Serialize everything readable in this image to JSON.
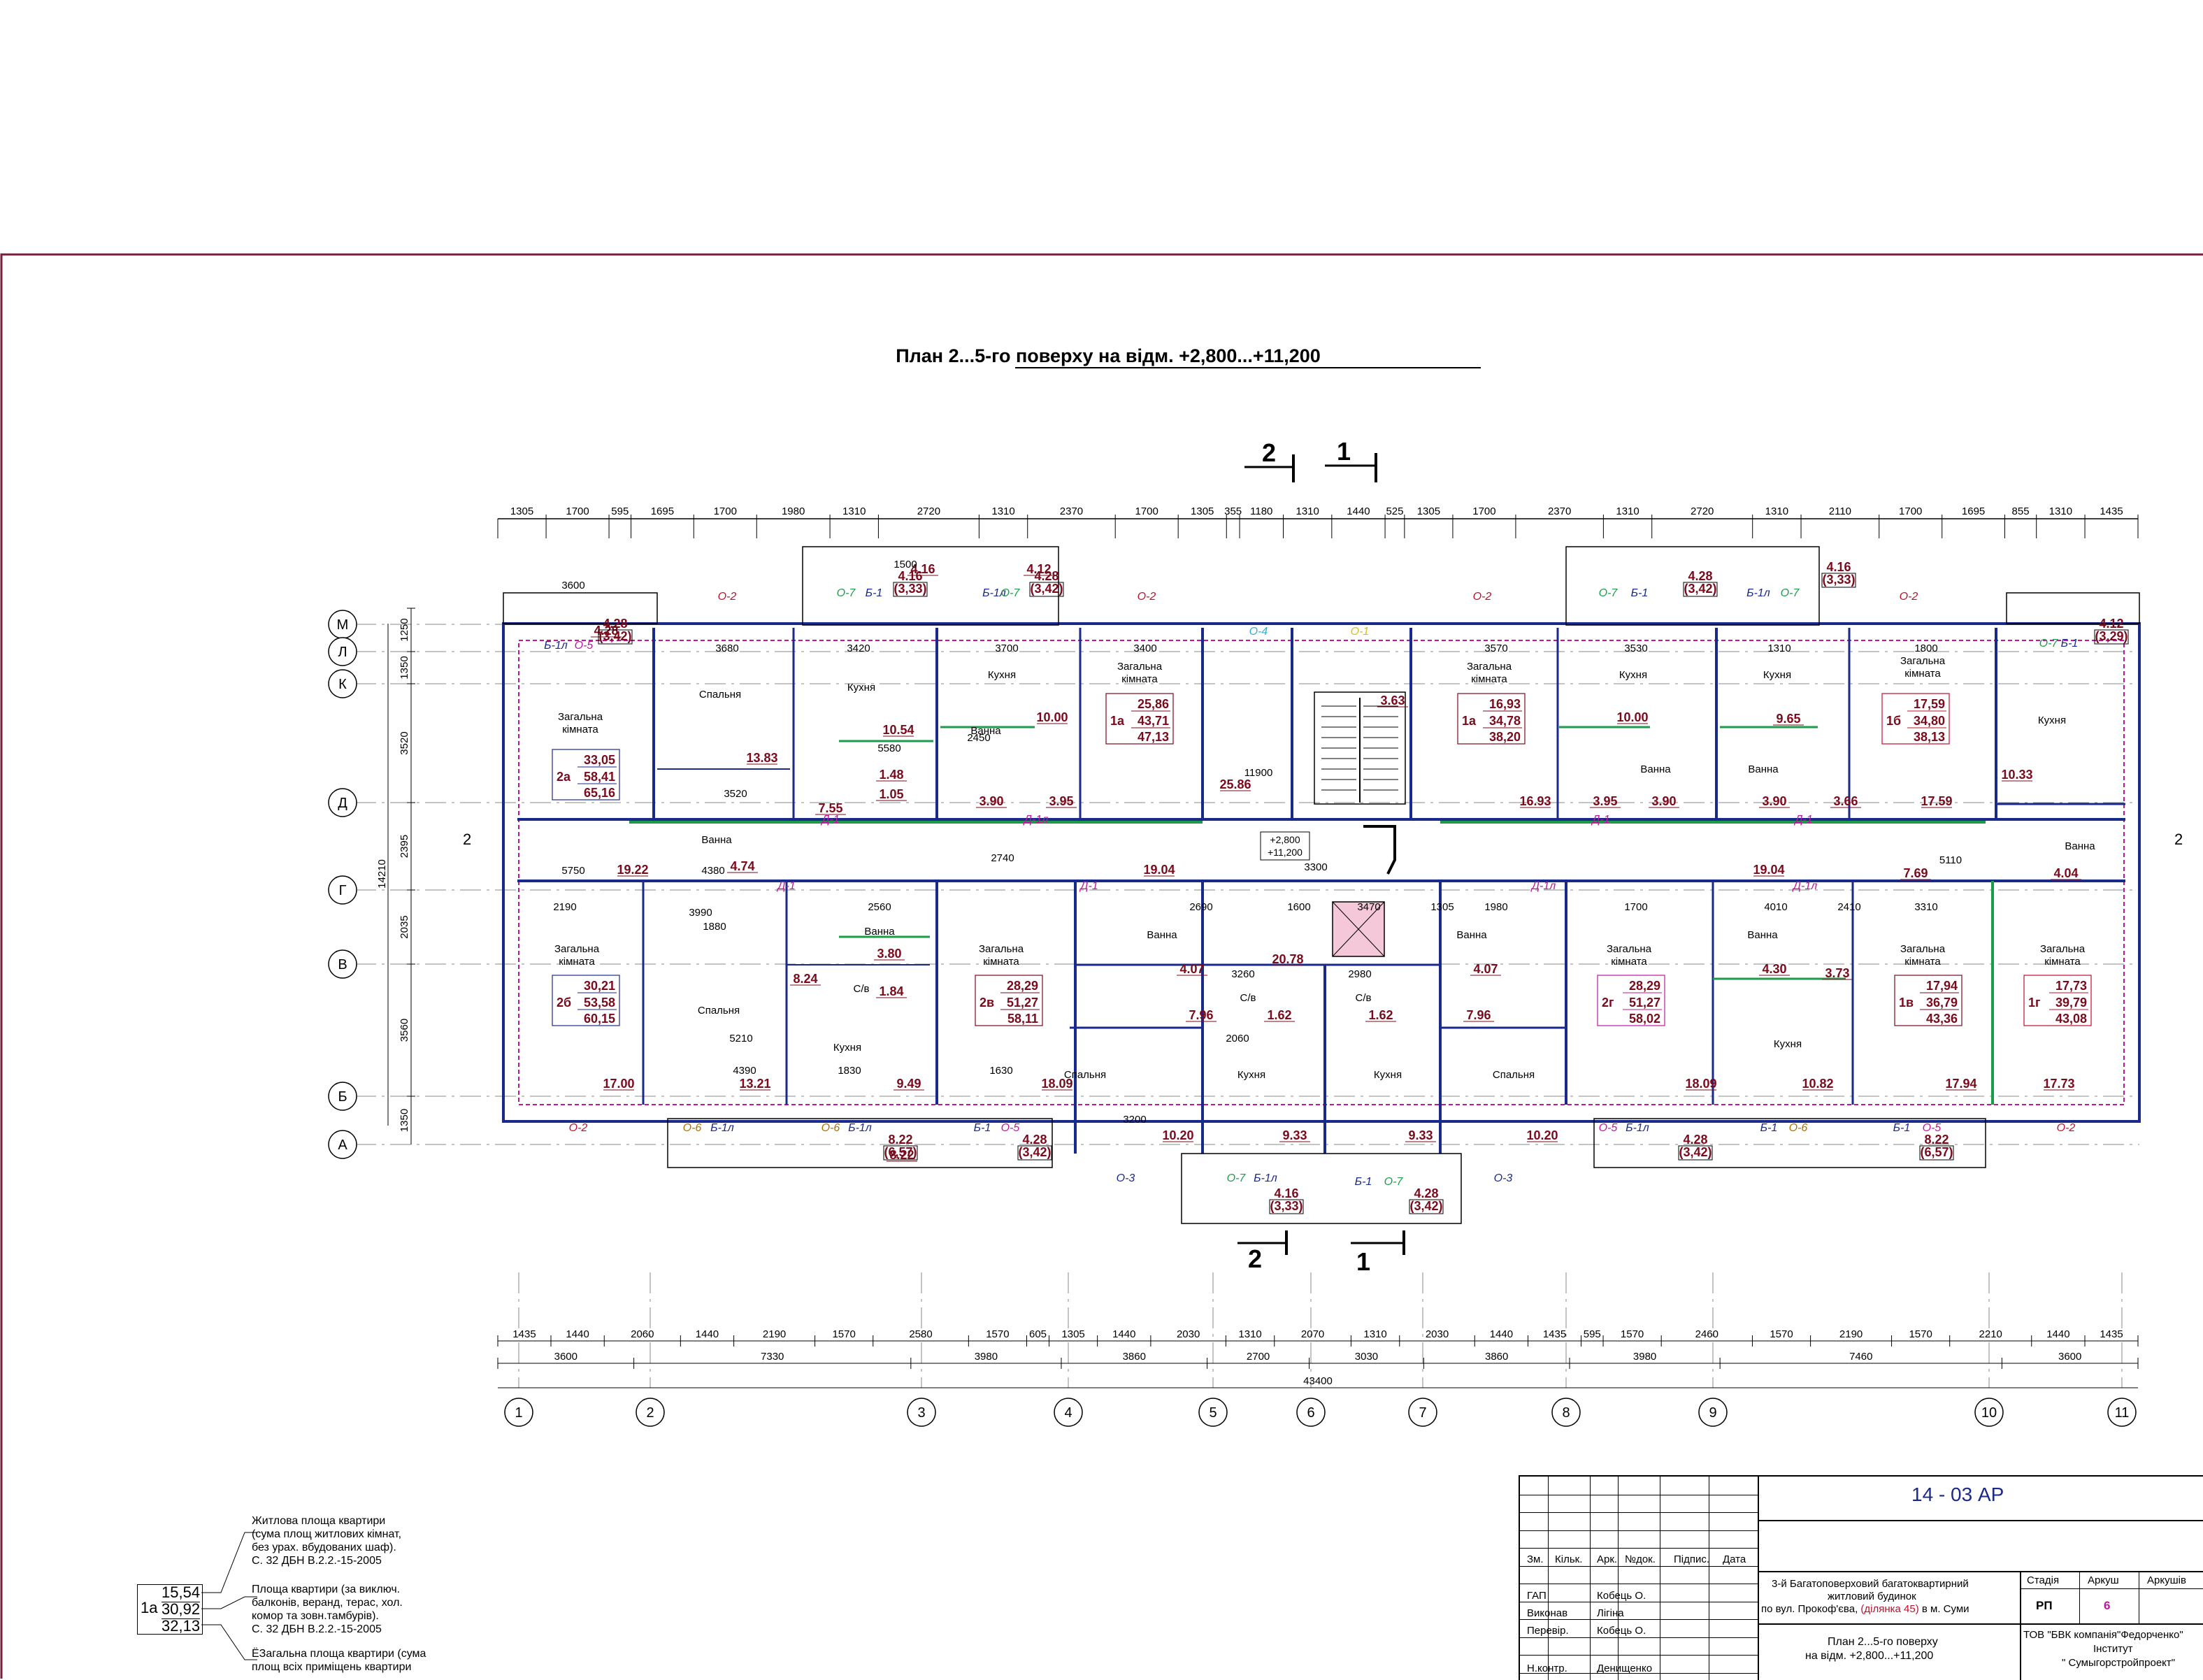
{
  "title": "План 2...5-го поверху на відм. +2,800...+11,200",
  "section_marks": [
    "2",
    "1"
  ],
  "axes_letters": [
    "М",
    "Л",
    "К",
    "Д",
    "Г",
    "В",
    "Б",
    "А"
  ],
  "axes_numbers": [
    "1",
    "2",
    "3",
    "4",
    "5",
    "6",
    "7",
    "8",
    "9",
    "10",
    "11"
  ],
  "top_dims": [
    "1305",
    "1700",
    "595",
    "1695",
    "1700",
    "1980",
    "1310",
    "2720",
    "1310",
    "2370",
    "1700",
    "1305",
    "355",
    "1180",
    "1310",
    "1440",
    "525",
    "1305",
    "1700",
    "2370",
    "1310",
    "2720",
    "1310",
    "2110",
    "1700",
    "1695",
    "855",
    "1310",
    "1435"
  ],
  "bottom_dims_row1": [
    "1435",
    "1440",
    "2060",
    "1440",
    "2190",
    "1570",
    "2580",
    "1570",
    "605",
    "1305",
    "1440",
    "2030",
    "1310",
    "2070",
    "1310",
    "2030",
    "1440",
    "1435",
    "595",
    "1570",
    "2460",
    "1570",
    "2190",
    "1570",
    "2210",
    "1440",
    "1435"
  ],
  "bottom_dims_row2": [
    "3600",
    "7330",
    "3980",
    "3860",
    "2700",
    "3030",
    "3860",
    "3980",
    "7460",
    "3600"
  ],
  "total_dim": "43400",
  "left_dims": [
    "1250",
    "1350",
    "3520",
    "2395",
    "2035",
    "3560",
    "1350"
  ],
  "left_total": "14210",
  "elevation_box": [
    "+2,800",
    "+11,200"
  ],
  "apartments": [
    {
      "id": "2a",
      "label": "2а",
      "v1": "33,05",
      "v2": "58,41",
      "v3": "65,16"
    },
    {
      "id": "1a-left",
      "label": "1а",
      "v1": "25,86",
      "v2": "43,71",
      "v3": "47,13"
    },
    {
      "id": "1a-right",
      "label": "1а",
      "v1": "16,93",
      "v2": "34,78",
      "v3": "38,20"
    },
    {
      "id": "1b",
      "label": "1б",
      "v1": "17,59",
      "v2": "34,80",
      "v3": "38,13"
    },
    {
      "id": "2b",
      "label": "2б",
      "v1": "30,21",
      "v2": "53,58",
      "v3": "60,15"
    },
    {
      "id": "2v",
      "label": "2в",
      "v1": "28,29",
      "v2": "51,27",
      "v3": "58,11"
    },
    {
      "id": "2g",
      "label": "2г",
      "v1": "28,29",
      "v2": "51,27",
      "v3": "58,02"
    },
    {
      "id": "1v",
      "label": "1в",
      "v1": "17,94",
      "v2": "36,79",
      "v3": "43,36"
    },
    {
      "id": "1g",
      "label": "1г",
      "v1": "17,73",
      "v2": "39,79",
      "v3": "43,08"
    }
  ],
  "rooms": {
    "zagalna": "Загальна кімната",
    "spalnia": "Спальня",
    "kukhnia": "Кухня",
    "vanna": "Ванна",
    "sv": "С/в"
  },
  "room_areas": [
    "13.83",
    "10.54",
    "10.00",
    "1.48",
    "1.05",
    "3.90",
    "3.95",
    "7.55",
    "19.22",
    "4.74",
    "25.86",
    "3.63",
    "16.93",
    "3.95",
    "3.90",
    "10.00",
    "9.65",
    "3.90",
    "3.66",
    "17.59",
    "10.33",
    "7.69",
    "4.04",
    "19.04",
    "19.04",
    "3.80",
    "1.84",
    "8.24",
    "17.00",
    "13.21",
    "9.49",
    "18.09",
    "4.07",
    "7.96",
    "1.62",
    "20.78",
    "1.62",
    "7.96",
    "4.07",
    "4.30",
    "3.73",
    "10.20",
    "9.33",
    "9.33",
    "10.20",
    "18.09",
    "10.82",
    "17.94",
    "17.73",
    "4.16",
    "4.28",
    "8.22",
    "4.12"
  ],
  "balconies": [
    {
      "a": "4.28",
      "b": "(3,42)"
    },
    {
      "a": "4.16",
      "b": "(3,33)"
    },
    {
      "a": "4.28",
      "b": "(3,42)"
    },
    {
      "a": "4.28",
      "b": "(3,42)"
    },
    {
      "a": "4.16",
      "b": "(3,33)"
    },
    {
      "a": "4.12",
      "b": "(3,29)"
    },
    {
      "a": "8.22",
      "b": "(6,57)"
    },
    {
      "a": "4.28",
      "b": "(3,42)"
    },
    {
      "a": "4.28",
      "b": "(3,42)"
    },
    {
      "a": "4.16",
      "b": "(3,33)"
    },
    {
      "a": "4.28",
      "b": "(3,42)"
    },
    {
      "a": "8.22",
      "b": "(6,57)"
    }
  ],
  "window_marks": [
    "О-2",
    "О-7",
    "Б-1",
    "Б-1л",
    "О-5",
    "О-6",
    "О-3",
    "О3",
    "Д-1",
    "Д-1л",
    "О-4",
    "О-1"
  ],
  "inner_dims": [
    "3600",
    "3680",
    "3420",
    "3700",
    "3400",
    "3570",
    "3530",
    "1310",
    "1800",
    "1500",
    "2450",
    "5580",
    "11900",
    "3520",
    "2740",
    "5750",
    "4380",
    "3300",
    "5110",
    "2190",
    "1880",
    "2560",
    "2690",
    "1600",
    "3470",
    "1980",
    "1700",
    "4010",
    "2410",
    "3310",
    "3990",
    "5210",
    "4390",
    "1830",
    "1630",
    "2060",
    "1305",
    "3260",
    "2980",
    "3200"
  ],
  "legend": {
    "lines1": [
      "Житлова площа квартири",
      "(сума площ житлових кімнат,",
      "без урах. вбудованих шаф).",
      "С. 32  ДБН В.2.2.-15-2005"
    ],
    "lines2": [
      "Площа квартири (за виключ.",
      "балконів, веранд, терас, хол.",
      "комор та зовн.тамбурів).",
      "С. 32  ДБН В.2.2.-15-2005"
    ],
    "lines3": [
      "ЁЗагальна площа квартири (сума",
      "площ всіх приміщень квартири"
    ],
    "sample_label": "1а",
    "sample_v1": "15,54",
    "sample_v2": "30,92",
    "sample_v3": "32,13"
  },
  "title_block": {
    "code": "14 - 03  АР",
    "cols": [
      "Зм.",
      "Кільк.",
      "Арк.",
      "№док.",
      "Підпис.",
      "Дата"
    ],
    "roles": [
      {
        "role": "ГАП",
        "name": "Кобець О."
      },
      {
        "role": "Виконав",
        "name": "Лігіна"
      },
      {
        "role": "Перевір.",
        "name": "Кобець О."
      },
      {
        "role": "",
        "name": ""
      },
      {
        "role": "Н.контр.",
        "name": "Денищенко"
      }
    ],
    "project_l1": "3-й Багатоповерховий багатоквартирний",
    "project_l2": "житловий будинок",
    "project_l3a": "по вул. Прокоф'єва, ",
    "project_l3b": "(ділянка 45)",
    "project_l3c": " в м. Суми",
    "stage_h": "Стадія",
    "sheet_h": "Аркуш",
    "sheets_h": "Аркушів",
    "stage": "РП",
    "sheet": "6",
    "sheet_title_l1": "План 2...5-го поверху",
    "sheet_title_l2": "на відм. +2,800...+11,200",
    "org_l1": "ТОВ \"БВК компанія\"Федорченко\"",
    "org_l2": "Інститут",
    "org_l3": "\" Сумыгорстройпроект\""
  },
  "colors": {
    "wall": "#1a2a8c",
    "green": "#1e9a4a",
    "red_mark": "#c0102a",
    "magenta": "#c0169c",
    "area": "#7a0b1c",
    "frame": "#7a1e3a"
  }
}
